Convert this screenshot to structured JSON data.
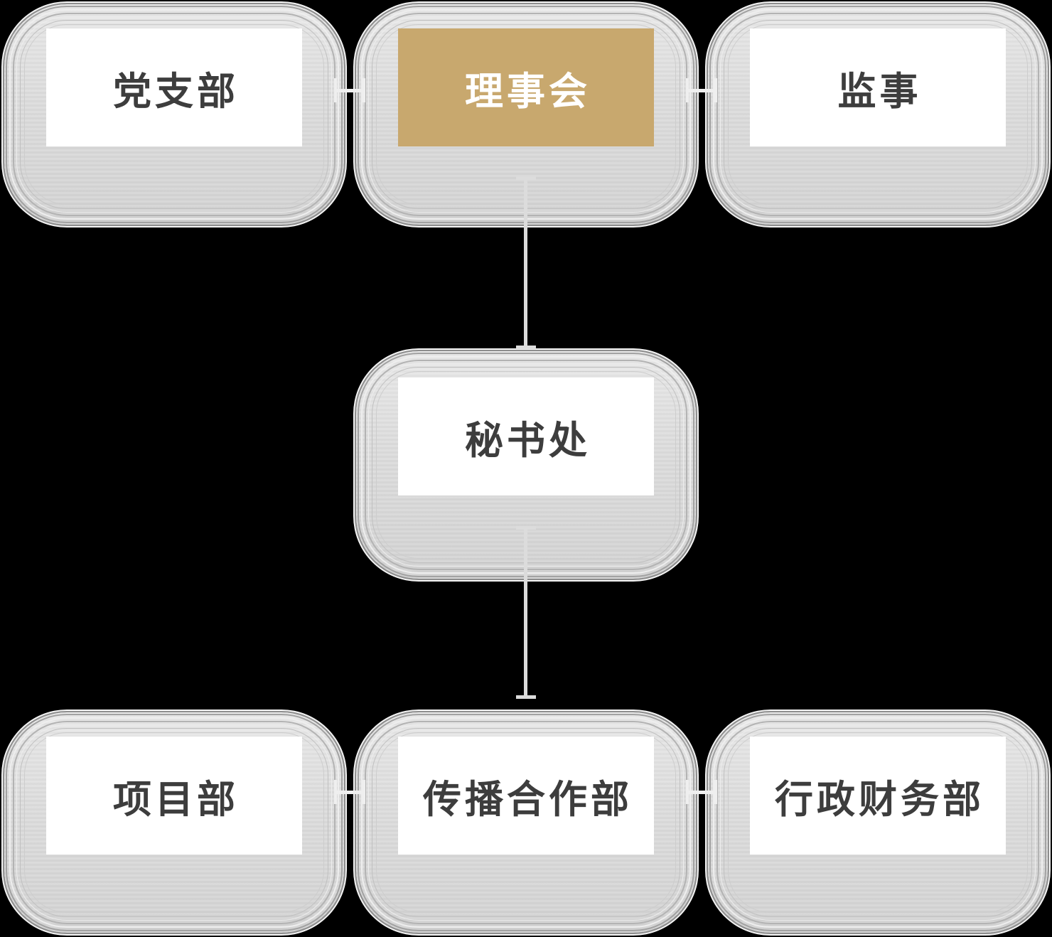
{
  "diagram": {
    "type": "org-chart",
    "background": "#000000",
    "colors": {
      "node_fill": "#dcdcdc",
      "node_ring_dark": "#8d8d8d",
      "node_ring_light": "#f4f4f4",
      "label_box_bg": "#ffffff",
      "highlight_bg": "#c8a86e",
      "label_text": "#3d3d3d",
      "highlight_text": "#ffffff",
      "vertical_connector": "#dcdcdc",
      "horizontal_link": "#efefef"
    },
    "top_row": [
      {
        "id": "party-branch",
        "label": "党支部",
        "highlighted": false
      },
      {
        "id": "board-of-directors",
        "label": "理事会",
        "highlighted": true
      },
      {
        "id": "supervisor",
        "label": "监事",
        "highlighted": false
      }
    ],
    "middle": {
      "id": "secretariat",
      "label": "秘书处",
      "highlighted": false
    },
    "bottom_row": [
      {
        "id": "project-dept",
        "label": "项目部",
        "highlighted": false
      },
      {
        "id": "communication-cooperation-dept",
        "label": "传播合作部",
        "highlighted": false
      },
      {
        "id": "admin-finance-dept",
        "label": "行政财务部",
        "highlighted": false
      }
    ],
    "edges": [
      {
        "from": "党支部",
        "to": "理事会",
        "style": "horizontal-link"
      },
      {
        "from": "理事会",
        "to": "监事",
        "style": "horizontal-link"
      },
      {
        "from": "理事会",
        "to": "秘书处",
        "style": "vertical-connector"
      },
      {
        "from": "秘书处",
        "to": "项目部/传播合作部/行政财务部",
        "style": "vertical-connector"
      },
      {
        "from": "项目部",
        "to": "传播合作部",
        "style": "horizontal-link"
      },
      {
        "from": "传播合作部",
        "to": "行政财务部",
        "style": "horizontal-link"
      }
    ]
  }
}
